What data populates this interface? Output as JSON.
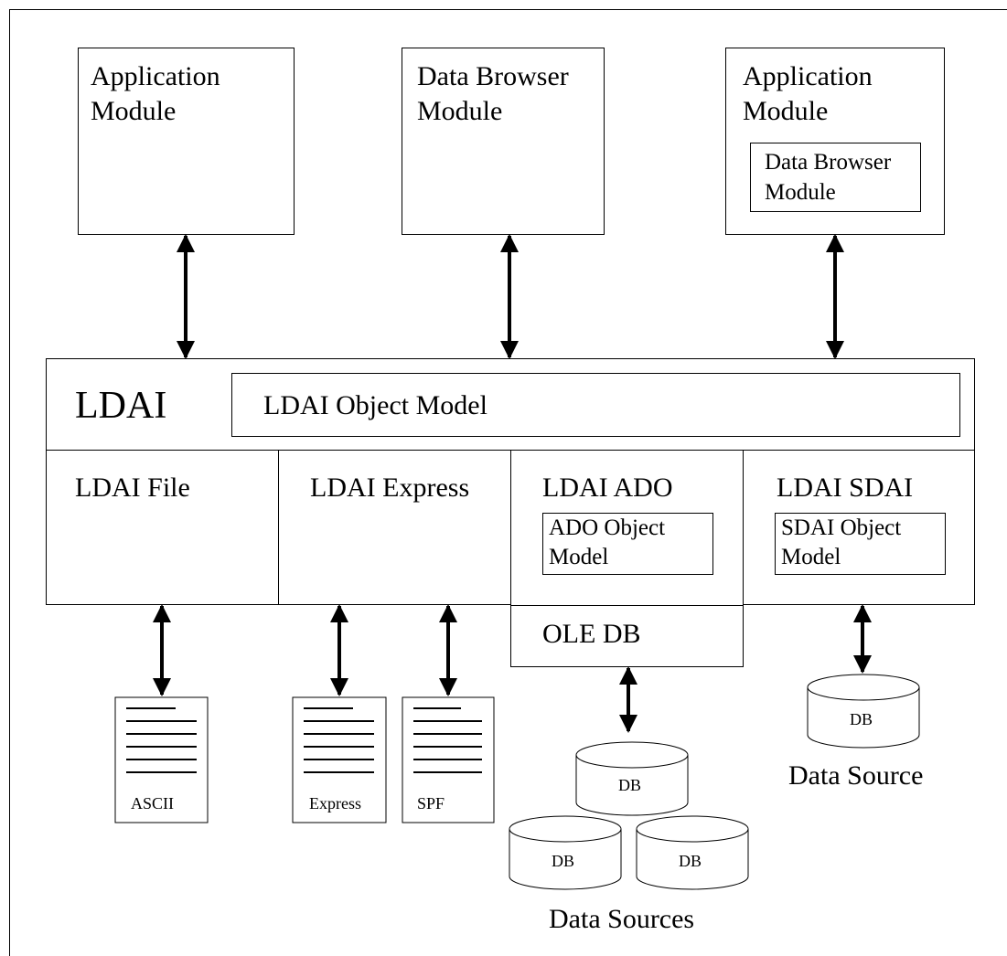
{
  "modules": {
    "app_left": {
      "line1": "Application",
      "line2": "Module"
    },
    "data_browser": {
      "line1": "Data Browser",
      "line2": "Module"
    },
    "app_right": {
      "line1": "Application",
      "line2": "Module",
      "inner_line1": "Data Browser",
      "inner_line2": "Module"
    }
  },
  "ldai": {
    "title": "LDAI",
    "object_model": "LDAI Object Model",
    "file": "LDAI File",
    "express": "LDAI Express",
    "ado": {
      "title": "LDAI ADO",
      "inner_line1": "ADO Object",
      "inner_line2": "Model",
      "ole": "OLE DB"
    },
    "sdai": {
      "title": "LDAI SDAI",
      "inner_line1": "SDAI Object",
      "inner_line2": "Model"
    }
  },
  "documents": [
    {
      "label": "ASCII"
    },
    {
      "label": "Express"
    },
    {
      "label": "SPF"
    }
  ],
  "databases": {
    "db_label": "DB",
    "data_sources_label": "Data Sources",
    "data_source_label": "Data Source"
  }
}
